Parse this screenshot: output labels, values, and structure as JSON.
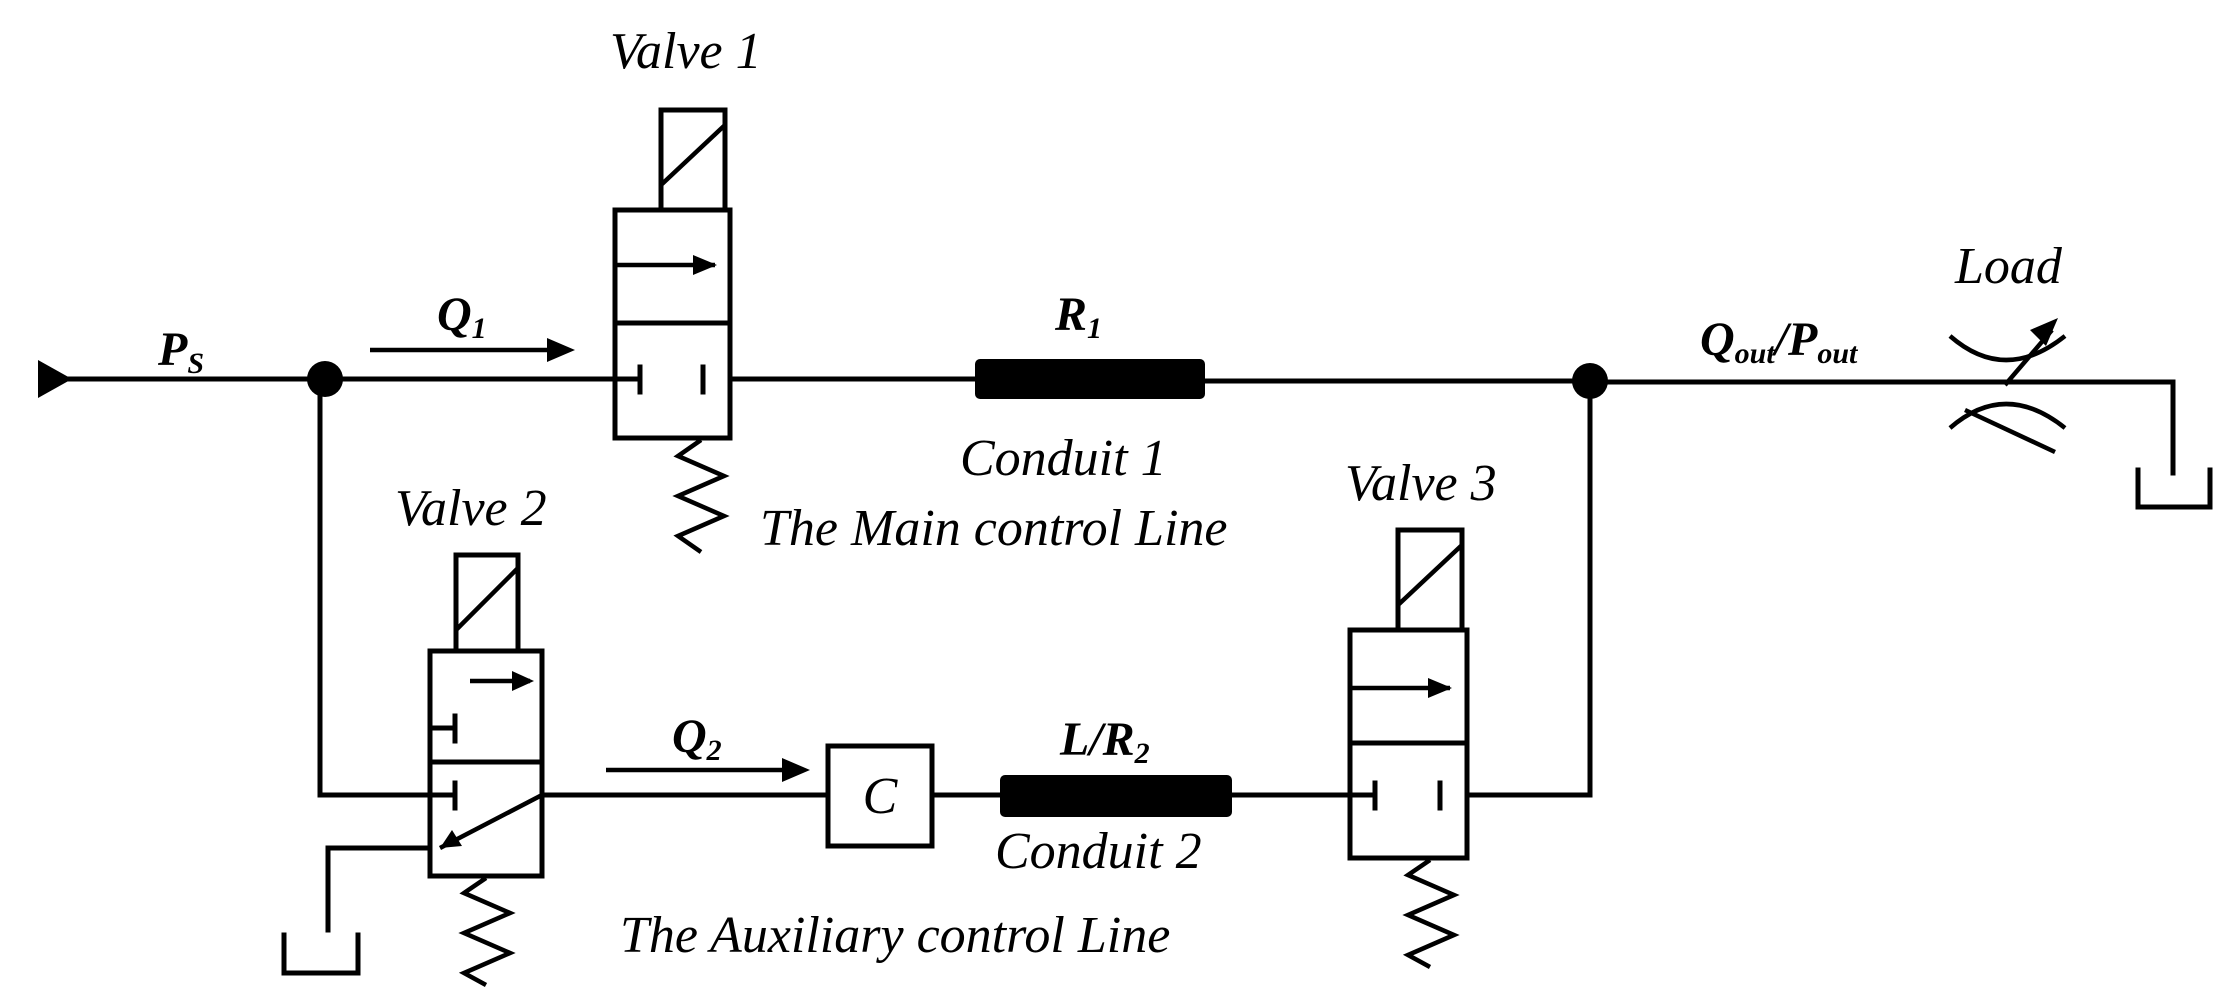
{
  "labels": {
    "ps": {
      "main": "P",
      "sub": "S"
    },
    "q1": {
      "main": "Q",
      "sub": "1"
    },
    "q2": {
      "main": "Q",
      "sub": "2"
    },
    "r1": {
      "main": "R",
      "sub": "1"
    },
    "lr2": {
      "main": "L/R",
      "sub": "2"
    },
    "qout_pout": {
      "q": "Q",
      "q_sub": "out",
      "slash": "/",
      "p": "P",
      "p_sub": "out"
    },
    "valve1": "Valve 1",
    "valve2": "Valve 2",
    "valve3": "Valve 3",
    "load": "Load",
    "conduit1": "Conduit 1",
    "conduit2": "Conduit 2",
    "main_line": "The Main control Line",
    "aux_line": "The Auxiliary control Line",
    "capacitor": "C"
  }
}
